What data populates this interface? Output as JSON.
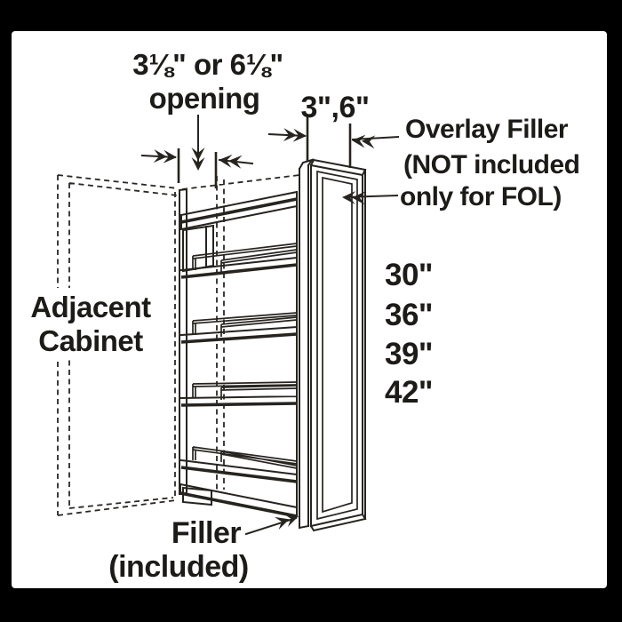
{
  "colors": {
    "page_background": "#000000",
    "paper": "#ffffff",
    "ink": "#27241f"
  },
  "labels": {
    "opening_size": "3⅛\" or 6⅛\"",
    "opening_word": "opening",
    "filler_width": "3\",6\"",
    "overlay_line1": "Overlay Filler",
    "overlay_line2": "(NOT included",
    "overlay_line3": "only for FOL)",
    "heights": [
      "30\"",
      "36\"",
      "39\"",
      "42\""
    ],
    "adjacent_line1": "Adjacent",
    "adjacent_line2": "Cabinet",
    "filler_line1": "Filler",
    "filler_line2": "(included)"
  }
}
